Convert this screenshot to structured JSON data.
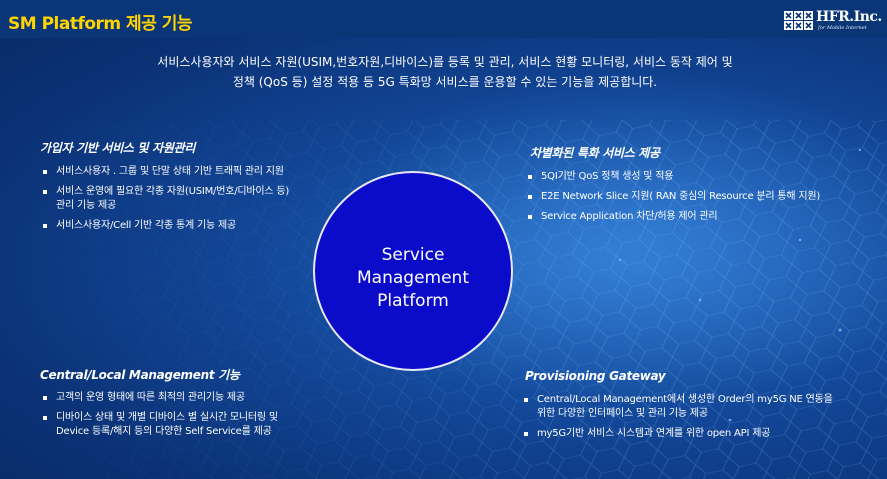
{
  "header": {
    "title": "SM Platform 제공 기능",
    "logo_name": "HFR.Inc.",
    "logo_tagline": "for Mobile Internet"
  },
  "intro": {
    "line1": "서비스사용자와 서비스 자원(USIM,번호자원,디바이스)를 등록 및 관리, 서비스 현황 모니터링, 서비스 동작 제어 및",
    "line2": "정책 (QoS 등) 설정 적용 등 5G 특화망 서비스를 운용할 수 있는 기능을 제공합니다."
  },
  "center": {
    "line1": "Service",
    "line2": "Management",
    "line3": "Platform"
  },
  "sections": {
    "subscriber": {
      "title": "가입자 기반 서비스 및 자원관리",
      "items": [
        "서비스사용자 . 그룹 및 단말 상태 기반 트래픽 관리 지원",
        "서비스 운영에 필요한 각종 자원(USIM/번호/디바이스 등)",
        "관리 기능 제공",
        "서비스사용자/Cell 기반 각종 통계 기능 제공"
      ]
    },
    "differentiated": {
      "title": "차별화된 특화 서비스 제공",
      "items": [
        "5QI기반 QoS 정책 생성 및 적용",
        "E2E Network Slice 지원( RAN 중심의 Resource 분리 통해 지원)",
        "Service Application 차단/허용 제어 관리"
      ]
    },
    "central": {
      "title": "Central/Local Management 기능",
      "items": [
        "고객의 운영 형태에 따른 최적의 관리기능 제공",
        "디바이스 상태 및 개별 디바이스 별 실시간 모니터링 및",
        "Device 등록/해지 등의 다양한 Self Service를 제공"
      ]
    },
    "provisioning": {
      "title": "Provisioning Gateway",
      "items": [
        "Central/Local Management에서 생성한 Order의 my5G NE 연동을",
        "위한 다양한 인터페이스 및 관리 기능 제공",
        "my5G기반 서비스 시스템과 연계를 위한 open API 제공"
      ]
    }
  }
}
